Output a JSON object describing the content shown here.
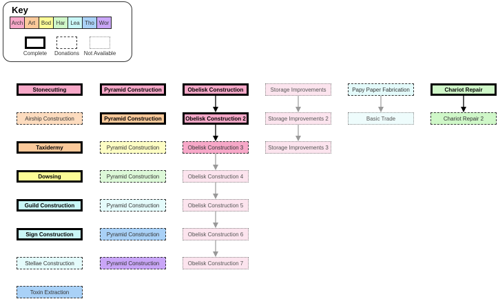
{
  "key": {
    "title": "Key",
    "categories": [
      {
        "abbr": "Arch",
        "color": "#F7A8C8"
      },
      {
        "abbr": "Art",
        "color": "#FBC99A"
      },
      {
        "abbr": "Bod",
        "color": "#FCFC96"
      },
      {
        "abbr": "Har",
        "color": "#CFF7C8"
      },
      {
        "abbr": "Lea",
        "color": "#C9F7F7"
      },
      {
        "abbr": "Tho",
        "color": "#A9D1F7"
      },
      {
        "abbr": "Wor",
        "color": "#C9A6F7"
      }
    ],
    "legend": {
      "complete": "Complete",
      "donations": "Donations",
      "not_available": "Not Available"
    }
  },
  "nodes": [
    {
      "id": "stonecutting",
      "label": "Stonecutting",
      "status": "complete",
      "color": "#F7A8C8"
    },
    {
      "id": "airship",
      "label": "Airship Construction",
      "status": "donations",
      "color": "#FDDCBF"
    },
    {
      "id": "taxidermy",
      "label": "Taxidermy",
      "status": "complete",
      "color": "#FBC99A"
    },
    {
      "id": "dowsing",
      "label": "Dowsing",
      "status": "complete",
      "color": "#FCFC96"
    },
    {
      "id": "guild",
      "label": "Guild Construction",
      "status": "complete",
      "color": "#C9F7F7"
    },
    {
      "id": "sign",
      "label": "Sign Construction",
      "status": "complete",
      "color": "#C9F7F7"
    },
    {
      "id": "stellae",
      "label": "Stellae Construction",
      "status": "donations",
      "color": "#E4FBFB"
    },
    {
      "id": "toxin",
      "label": "Toxin Extraction",
      "status": "donations",
      "color": "#A9D1F7"
    },
    {
      "id": "pyr1",
      "label": "Pyramid Construction",
      "status": "complete",
      "color": "#F7A8C8"
    },
    {
      "id": "pyr2",
      "label": "Pyramid Construction",
      "status": "complete",
      "color": "#FBC99A"
    },
    {
      "id": "pyr3",
      "label": "Pyramid Construction",
      "status": "donations",
      "color": "#FDFDC4"
    },
    {
      "id": "pyr4",
      "label": "Pyramid Construction",
      "status": "donations",
      "color": "#DDF9D8"
    },
    {
      "id": "pyr5",
      "label": "Pyramid Construction",
      "status": "donations",
      "color": "#E4FBFB"
    },
    {
      "id": "pyr6",
      "label": "Pyramid Construction",
      "status": "donations",
      "color": "#A9D1F7"
    },
    {
      "id": "pyr7",
      "label": "Pyramid Construction",
      "status": "donations",
      "color": "#C9A6F7"
    },
    {
      "id": "ob1",
      "label": "Obelisk Construction",
      "status": "complete",
      "color": "#F7A8C8"
    },
    {
      "id": "ob2",
      "label": "Obelisk Construction 2",
      "status": "complete",
      "color": "#F7A8C8"
    },
    {
      "id": "ob3",
      "label": "Obelisk Construction 3",
      "status": "donations",
      "color": "#F7A8C8"
    },
    {
      "id": "ob4",
      "label": "Obelisk Construction 4",
      "status": "na",
      "color": "#FCE4EE"
    },
    {
      "id": "ob5",
      "label": "Obelisk Construction 5",
      "status": "na",
      "color": "#FCE4EE"
    },
    {
      "id": "ob6",
      "label": "Obelisk Construction 6",
      "status": "na",
      "color": "#FCE4EE"
    },
    {
      "id": "ob7",
      "label": "Obelisk Construction 7",
      "status": "na",
      "color": "#FCE4EE"
    },
    {
      "id": "st1",
      "label": "Storage Improvements",
      "status": "na",
      "color": "#FCE4EE"
    },
    {
      "id": "st2",
      "label": "Storage Improvements 2",
      "status": "na",
      "color": "#FCE4EE"
    },
    {
      "id": "st3",
      "label": "Storage Improvements 3",
      "status": "na",
      "color": "#FCE4EE"
    },
    {
      "id": "papy",
      "label": "Papy Paper Fabrication",
      "status": "donations",
      "color": "#E4FBFB"
    },
    {
      "id": "trade",
      "label": "Basic Trade",
      "status": "na",
      "color": "#EEFCFC"
    },
    {
      "id": "chariot1",
      "label": "Chariot Repair",
      "status": "complete",
      "color": "#CFF7C8"
    },
    {
      "id": "chariot2",
      "label": "Chariot Repair 2",
      "status": "donations",
      "color": "#CFF7C8"
    }
  ],
  "edges": [
    {
      "from": "ob1",
      "to": "ob2",
      "style": "dark"
    },
    {
      "from": "ob2",
      "to": "ob3",
      "style": "dark"
    },
    {
      "from": "ob3",
      "to": "ob4",
      "style": "grey"
    },
    {
      "from": "ob4",
      "to": "ob5",
      "style": "grey"
    },
    {
      "from": "ob5",
      "to": "ob6",
      "style": "grey"
    },
    {
      "from": "ob6",
      "to": "ob7",
      "style": "grey"
    },
    {
      "from": "st1",
      "to": "st2",
      "style": "grey"
    },
    {
      "from": "st2",
      "to": "st3",
      "style": "grey"
    },
    {
      "from": "papy",
      "to": "trade",
      "style": "grey"
    },
    {
      "from": "chariot1",
      "to": "chariot2",
      "style": "dark"
    }
  ]
}
